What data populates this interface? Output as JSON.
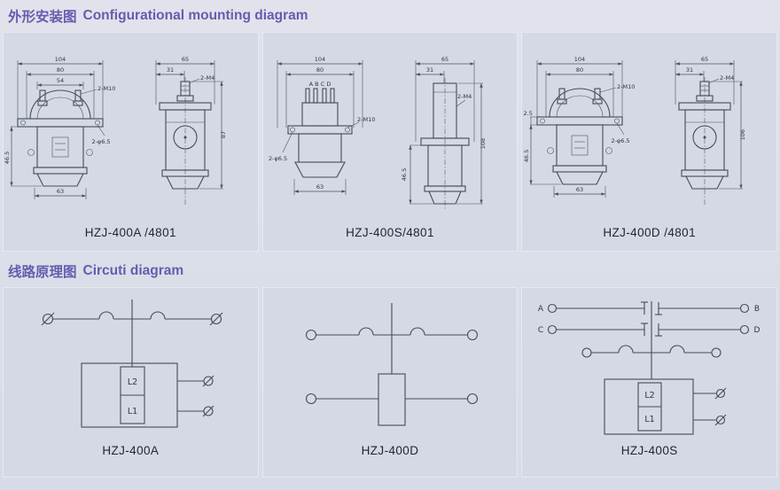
{
  "colors": {
    "accent": "#665cae",
    "line": "#454b58",
    "page_bg": "#d9dde8"
  },
  "titles": {
    "mounting_cn": "外形安装图",
    "mounting_en": "Configurational mounting diagram",
    "circuit_cn": "线路原理图",
    "circuit_en": "Circuti diagram"
  },
  "mounting_panels": [
    {
      "caption": "HZJ-400A /4801",
      "front": {
        "d104": "104",
        "d80": "80",
        "d54": "54",
        "m10": "2-M10",
        "phi": "2-φ6.5",
        "d63": "63",
        "h": "46.5"
      },
      "side": {
        "d65": "65",
        "d31": "31",
        "m4": "2-M4",
        "h": "87"
      }
    },
    {
      "caption": "HZJ-400S/4801",
      "front": {
        "d104": "104",
        "d80": "80",
        "pins": "A B C D",
        "m10": "2-M10",
        "phi": "2-φ6.5",
        "d63": "63"
      },
      "side": {
        "d65": "65",
        "d31": "31",
        "m4": "2-M4",
        "h": "108",
        "h2": "46.5"
      }
    },
    {
      "caption": "HZJ-400D /4801",
      "front": {
        "d104": "104",
        "d80": "80",
        "m10": "2-M10",
        "phi": "2-φ6.5",
        "d63": "63",
        "h": "46.5",
        "h2": "2.5"
      },
      "side": {
        "d65": "65",
        "d31": "31",
        "m4": "2-M4",
        "h": "106"
      }
    }
  ],
  "circuit_panels": [
    {
      "caption": "HZJ-400A",
      "coil_top": "L2",
      "coil_bottom": "L1"
    },
    {
      "caption": "HZJ-400D"
    },
    {
      "caption": "HZJ-400S",
      "coil_top": "L2",
      "coil_bottom": "L1",
      "t1": "A",
      "t2": "B",
      "t3": "C",
      "t4": "D"
    }
  ]
}
